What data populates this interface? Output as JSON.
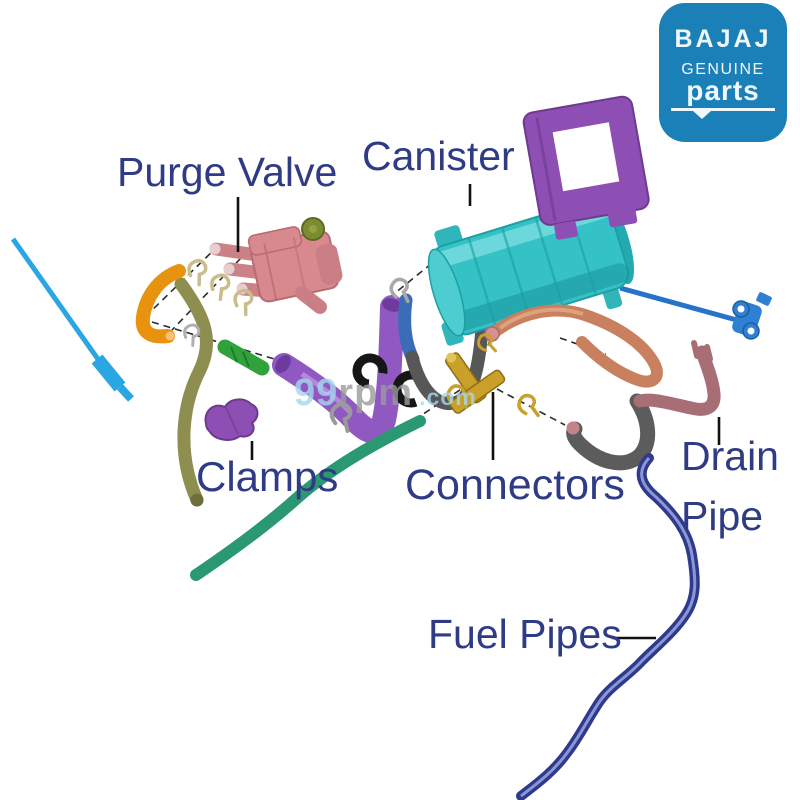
{
  "theme": {
    "bg": "#ffffff",
    "label-color": "#2f3c85",
    "logo-bg": "#1b80b8",
    "logo-text": "#eef7fc",
    "watermark-blue": "#a6d8ee",
    "watermark-gray": "#9b9b9b"
  },
  "logo": {
    "brand": "BAJAJ",
    "line1": "GENUINE",
    "line2": "parts"
  },
  "watermark": {
    "p1": "99",
    "p2": "rpm",
    "p3": ".com"
  },
  "labels": {
    "purge_valve": {
      "text": "Purge Valve"
    },
    "canister": {
      "text": "Canister"
    },
    "clamps": {
      "text": "Clamps"
    },
    "connectors": {
      "text": "Connectors"
    },
    "drain_pipe": {
      "text": "Drain\nPipe"
    },
    "fuel_pipes": {
      "text": "Fuel Pipes"
    }
  },
  "parts": {
    "canister": {
      "color": "#35c2c6"
    },
    "canister_bracket": {
      "color": "#8d4fb4"
    },
    "purge_valve": {
      "color": "#d8898e"
    },
    "purge_valve_cap": {
      "color": "#7c8c2f"
    },
    "orange_elbow": {
      "color": "#e8930f"
    },
    "olive_hose": {
      "color": "#8e8e50"
    },
    "blue_rod": {
      "color": "#2aa6e2"
    },
    "green_connector": {
      "color": "#2fa23c"
    },
    "purple_hose": {
      "color": "#9059c2"
    },
    "purple_clamp": {
      "color": "#8d4fb4"
    },
    "blue_hose": {
      "color": "#3a6cb8"
    },
    "gray_hose": {
      "color": "#575757"
    },
    "copper_pipe": {
      "color": "#c8805f"
    },
    "gold_connector": {
      "color": "#c9a02a"
    },
    "black_clamp": {
      "color": "#161616"
    },
    "green_hose": {
      "color": "#2a9873"
    },
    "gray_elbow": {
      "color": "#5c5c5c"
    },
    "drain_pipe": {
      "color": "#a86e75"
    },
    "fuel_pipe": {
      "color": "#2e3a8c",
      "highlight": "#98a1dc"
    },
    "blue_link_rod": {
      "color": "#2673cc"
    },
    "blue_clip": {
      "color": "#2f80d2"
    }
  }
}
